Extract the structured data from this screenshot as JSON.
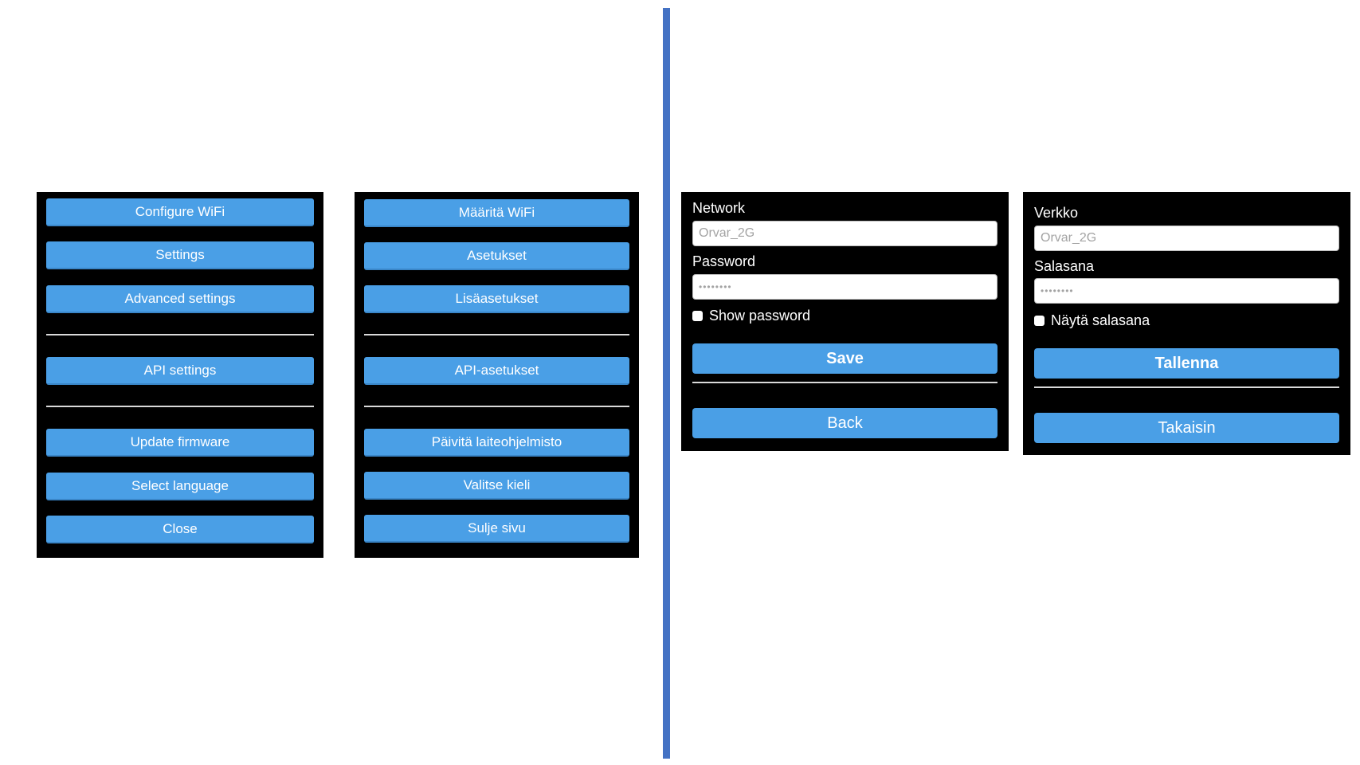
{
  "menu_en": {
    "configure_wifi": "Configure WiFi",
    "settings": "Settings",
    "advanced_settings": "Advanced settings",
    "api_settings": "API settings",
    "update_firmware": "Update firmware",
    "select_language": "Select language",
    "close": "Close"
  },
  "menu_fi": {
    "configure_wifi": "Määritä WiFi",
    "settings": "Asetukset",
    "advanced_settings": "Lisäasetukset",
    "api_settings": "API-asetukset",
    "update_firmware": "Päivitä laiteohjelmisto",
    "select_language": "Valitse kieli",
    "close": "Sulje sivu"
  },
  "wifi_en": {
    "network_label": "Network",
    "network_value": "Orvar_2G",
    "password_label": "Password",
    "password_value": "••••••••",
    "show_password": "Show password",
    "save": "Save",
    "back": "Back"
  },
  "wifi_fi": {
    "network_label": "Verkko",
    "network_value": "Orvar_2G",
    "password_label": "Salasana",
    "password_value": "••••••••",
    "show_password": "Näytä salasana",
    "save": "Tallenna",
    "back": "Takaisin"
  },
  "colors": {
    "button": "#4a9fe6",
    "panel": "#000000",
    "divider": "#4472c4"
  }
}
